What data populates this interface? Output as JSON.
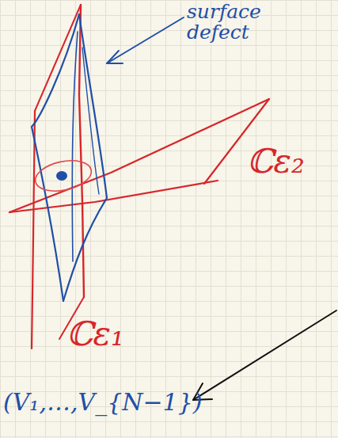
{
  "diagram": {
    "labels": [
      "surface defect",
      "ℂε₂",
      "ℂε₁",
      "(V₁,…,V_{N−1})"
    ]
  }
}
